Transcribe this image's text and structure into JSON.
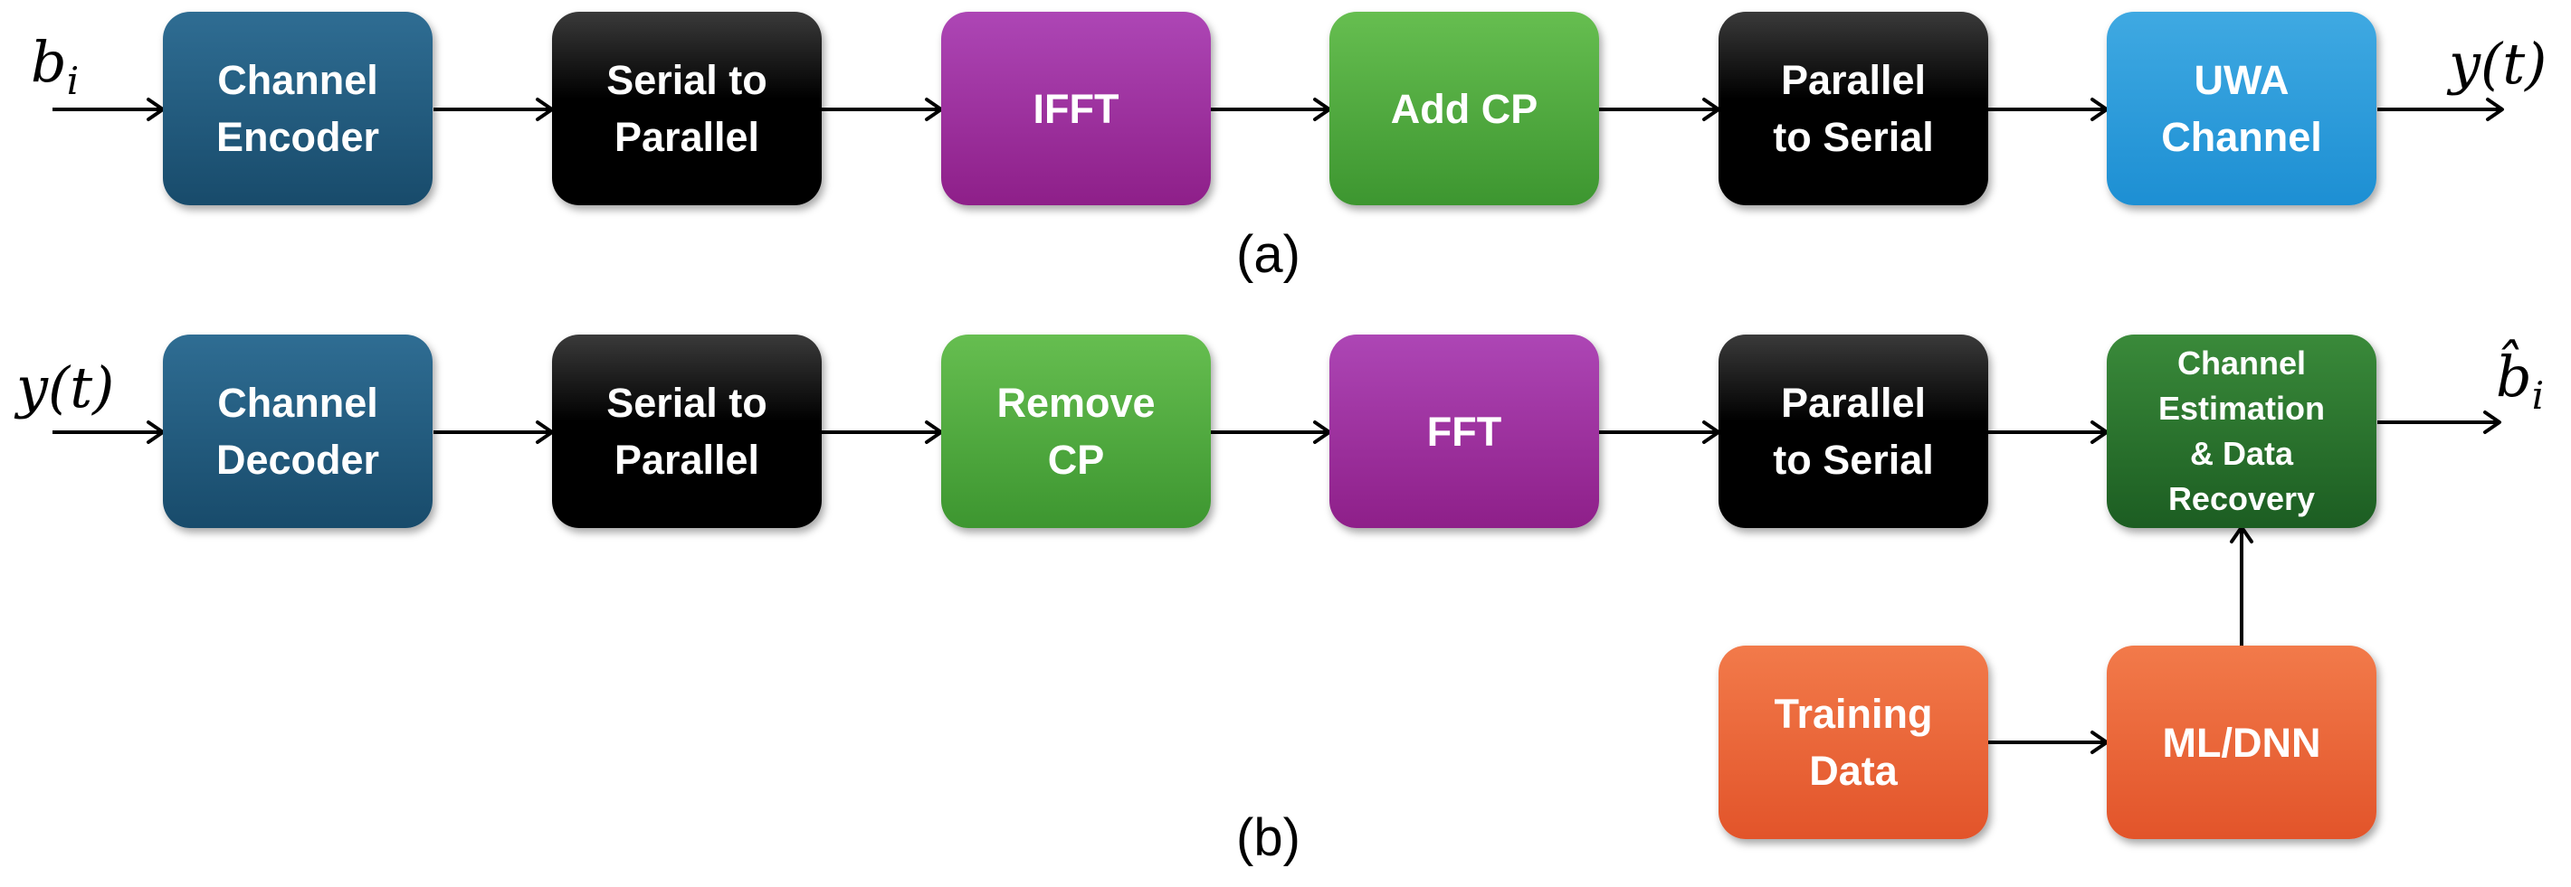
{
  "diagram_a": {
    "caption": "(a)",
    "input_label": "b",
    "input_sub": "i",
    "output_label": "y(t)",
    "blocks": [
      {
        "label": "Channel\nEncoder"
      },
      {
        "label": "Serial to\nParallel"
      },
      {
        "label": "IFFT"
      },
      {
        "label": "Add CP"
      },
      {
        "label": "Parallel\nto Serial"
      },
      {
        "label": "UWA\nChannel"
      }
    ]
  },
  "diagram_b": {
    "caption": "(b)",
    "input_label": "y(t)",
    "output_label": "b̂",
    "output_sub": "i",
    "blocks": [
      {
        "label": "Channel\nDecoder"
      },
      {
        "label": "Serial to\nParallel"
      },
      {
        "label": "Remove\nCP"
      },
      {
        "label": "FFT"
      },
      {
        "label": "Parallel\nto Serial"
      },
      {
        "label": "Channel\nEstimation\n& Data\nRecovery"
      },
      {
        "label": "Training\nData"
      },
      {
        "label": "ML/DNN"
      }
    ]
  },
  "colors": {
    "channel_coding": "#184b6b",
    "serial_parallel": "#000000",
    "transform": "#8e1f89",
    "cyclic_prefix": "#3d9630",
    "uwa_channel": "#1d8fd3",
    "estimation": "#1c5d22",
    "learning": "#e2542a"
  }
}
